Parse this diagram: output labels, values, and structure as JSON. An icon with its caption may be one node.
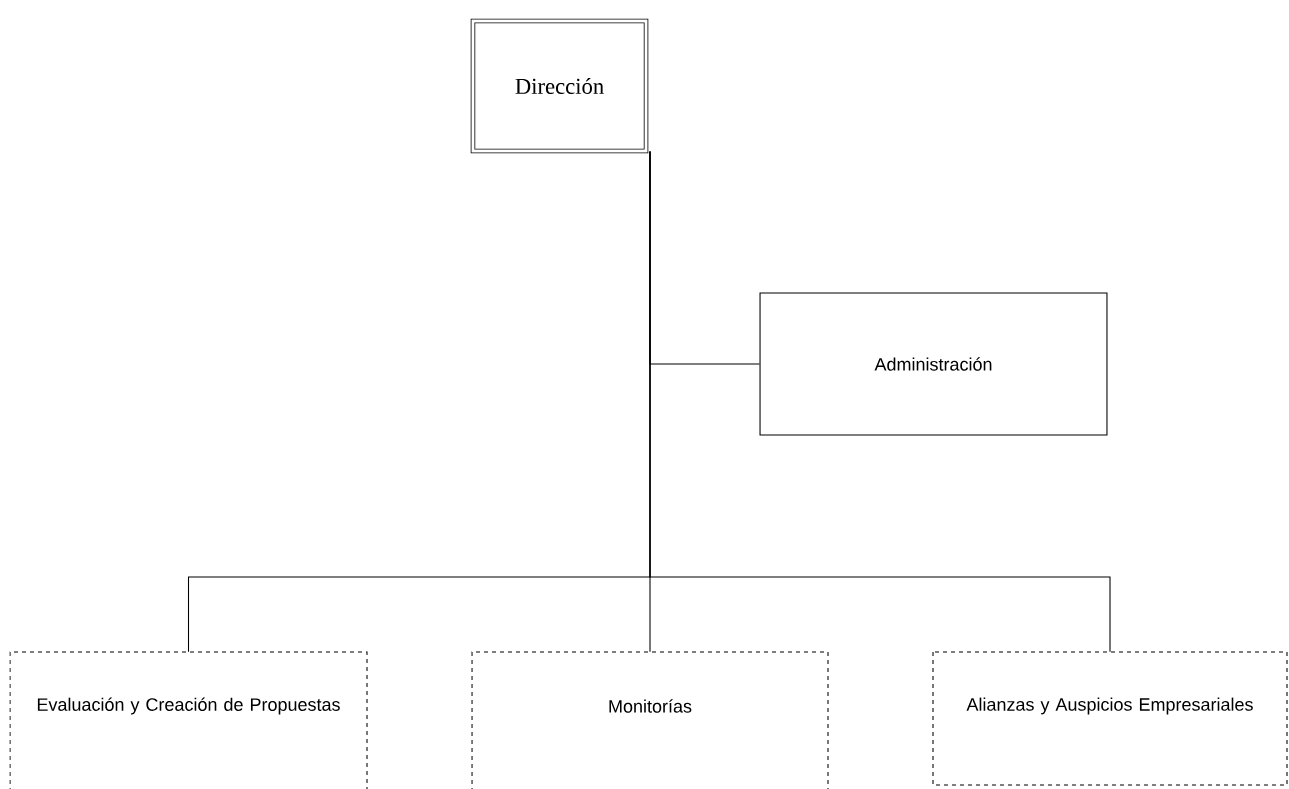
{
  "diagram": {
    "nodes": [
      {
        "text": [
          "Dirección"
        ]
      },
      {
        "text": [
          "Administración"
        ]
      },
      {
        "text": [
          "Evaluación y Creación de Propuestas"
        ]
      },
      {
        "text": [
          "Monitorías"
        ]
      },
      {
        "text": [
          "Alianzas y Auspicios Empresariales"
        ]
      }
    ],
    "edges": [
      {
        "from": 0,
        "to": 1,
        "arrow": "none"
      },
      {
        "from": 0,
        "to": 2,
        "arrow": "none"
      },
      {
        "from": 0,
        "to": 3,
        "arrow": "none"
      },
      {
        "from": 0,
        "to": 4,
        "arrow": "none"
      }
    ]
  }
}
